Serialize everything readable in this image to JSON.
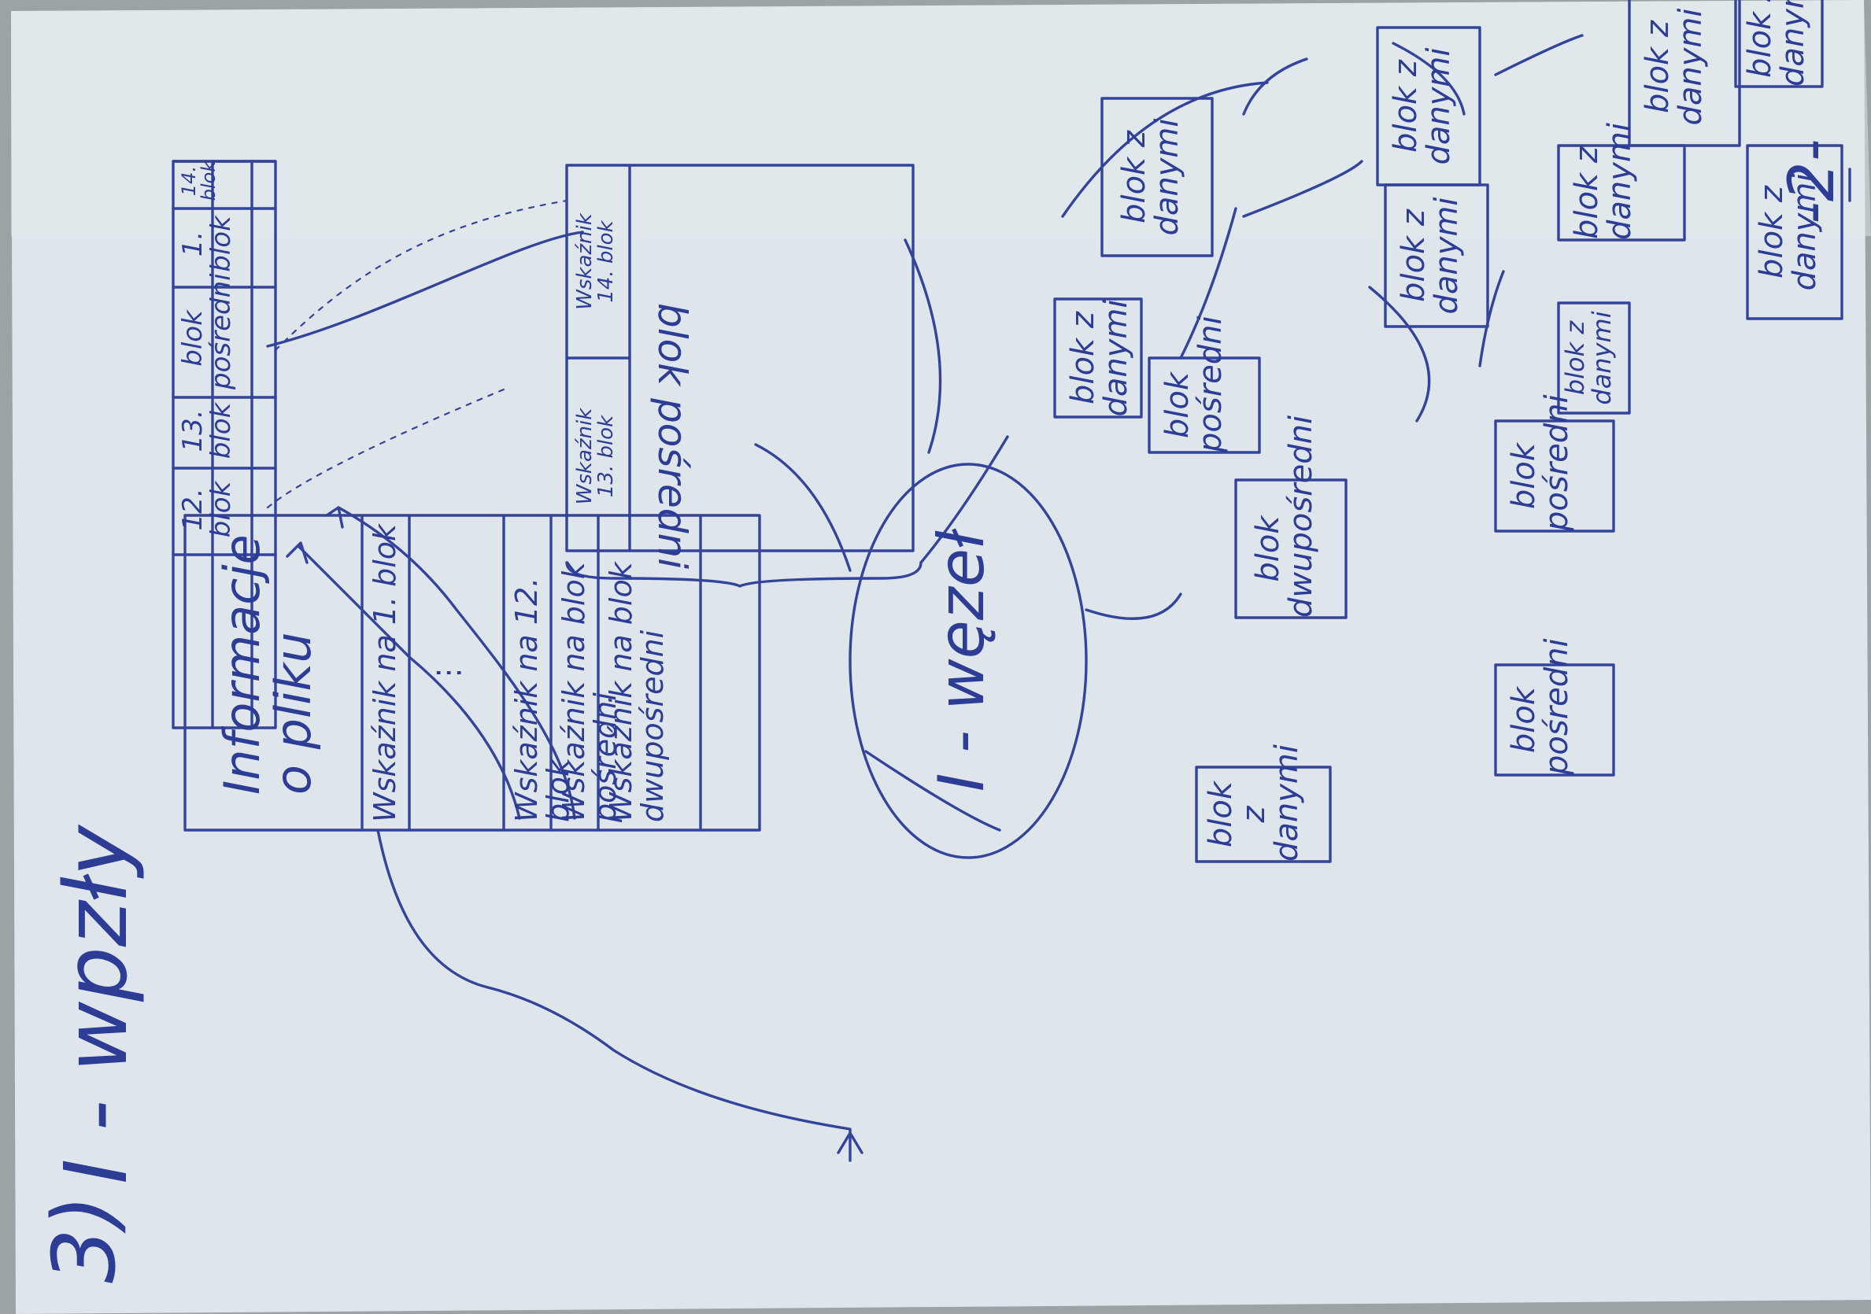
{
  "colors": {
    "ink": "#2c3d93",
    "paper": "#dfe7ec",
    "background": "#9aa3a6"
  },
  "section": {
    "number": "3)",
    "title": "I - wpzły"
  },
  "inode_table": {
    "header": "Informacje\no pliku",
    "rows": [
      "Wskaźnik na 1. blok",
      "⋮",
      "Wskaźnik na 12. blok",
      "Wskaźnik na blok pośredni",
      "Wskaźnik na blok\ndwupośredni"
    ]
  },
  "block_strip": {
    "cells": [
      "12.\nblok",
      "13.\nblok",
      "blok\npośredni",
      "1.\nblok",
      "14.\nblok"
    ]
  },
  "indirect_block": {
    "entries": [
      "Wskaźnik\n13. blok",
      "Wskaźnik\n14. blok"
    ],
    "caption": "blok pośredni"
  },
  "tree": {
    "root": "I - węzeł",
    "single_indirect": "blok\npośredni",
    "double_indirect": "blok\ndwupośredni",
    "indirect": "blok\npośredni",
    "data": "blok z\ndanymi",
    "data_alt": "blok\nz\ndanymi"
  },
  "page_number": "-2-"
}
